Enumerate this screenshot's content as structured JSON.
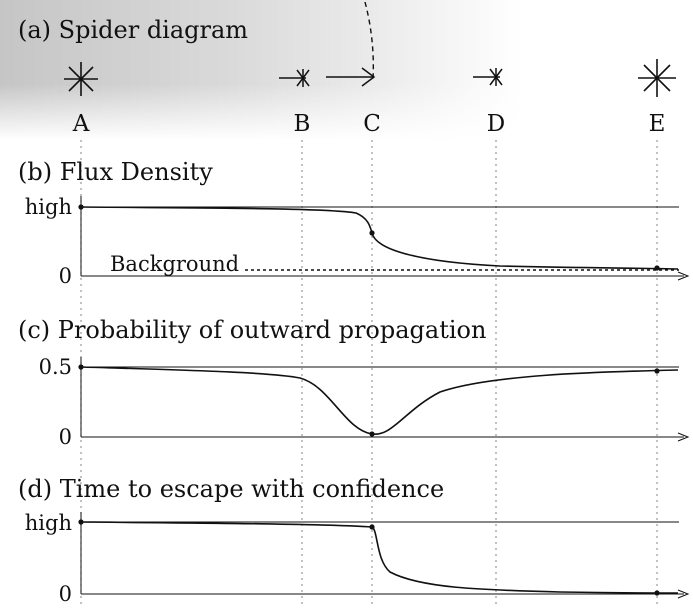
{
  "sections": {
    "a": {
      "title": "(a) Spider diagram"
    },
    "b": {
      "title": "(b) Flux Density",
      "y_high": "high",
      "y_zero": "0",
      "background_label": "Background"
    },
    "c": {
      "title": "(c) Probability of outward propagation",
      "y_high": "0.5",
      "y_zero": "0"
    },
    "d": {
      "title": "(d) Time to escape with confidence",
      "y_high": "high",
      "y_zero": "0"
    }
  },
  "points": [
    {
      "label": "A"
    },
    {
      "label": "B"
    },
    {
      "label": "C"
    },
    {
      "label": "D"
    },
    {
      "label": "E"
    }
  ],
  "colors": {
    "ink": "#111111",
    "guide": "#999999",
    "shade": "#b4b4b4"
  }
}
